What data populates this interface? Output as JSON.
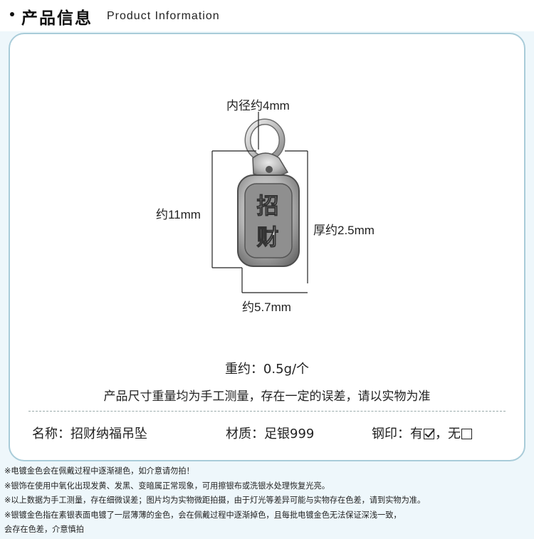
{
  "header": {
    "title_cn": "产品信息",
    "title_en": "Product Information"
  },
  "dimensions": {
    "inner_diameter": "内径约4mm",
    "length": "约11mm",
    "thickness": "厚约2.5mm",
    "width": "约5.7mm"
  },
  "charm_text": "招财",
  "weight": "重约：0.5g/个",
  "disclaimer": "产品尺寸重量均为手工测量，存在一定的误差，请以实物为准",
  "specs": {
    "name_label": "名称：",
    "name_value": "招财纳福吊坠",
    "material_label": "材质：",
    "material_value": "足银999",
    "stamp_label": "钢印：",
    "stamp_yes": "有",
    "stamp_sep": "，",
    "stamp_no": "无"
  },
  "notes": [
    "※电镀金色会在佩戴过程中逐渐褪色，如介意请勿拍！",
    "※银饰在使用中氧化出现发黄、发黑、变暗属正常现象，可用擦银布或洗银水处理恢复光亮。",
    "※以上数据为手工测量，存在细微误差；图片均为实物微距拍摄，由于灯光等差异可能与实物存在色差，请到实物为准。",
    "※银镀金色指在素银表面电镀了一层薄薄的金色，会在佩戴过程中逐渐掉色，且每批电镀金色无法保证深浅一致，",
    "会存在色差，介意慎拍"
  ]
}
